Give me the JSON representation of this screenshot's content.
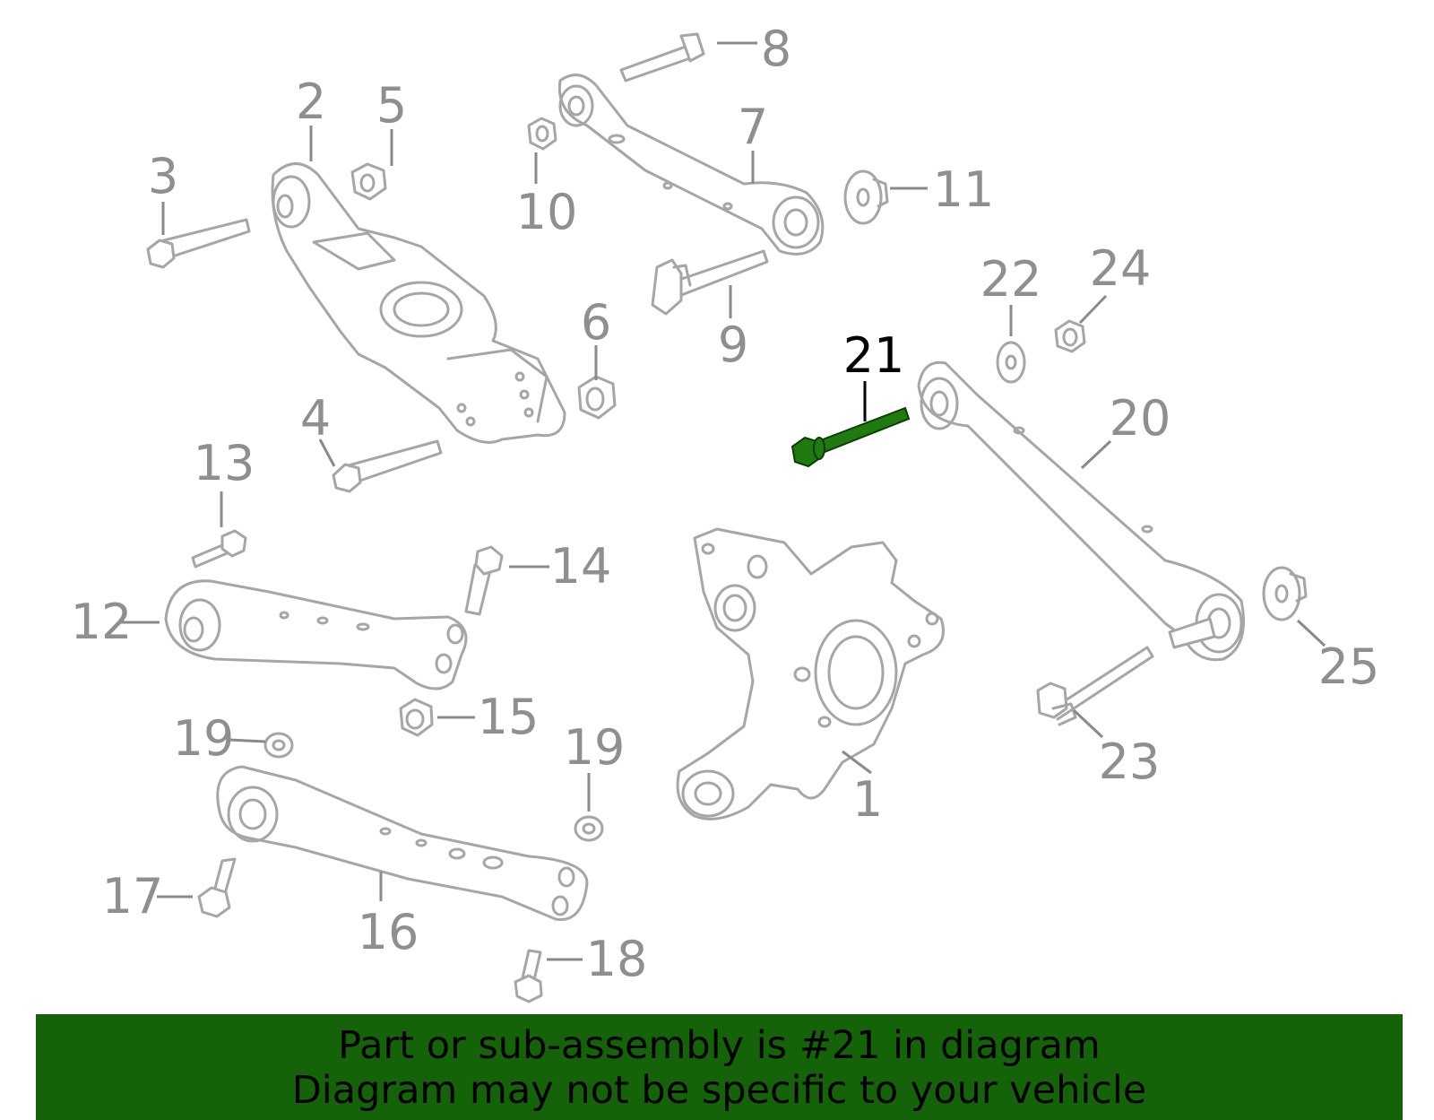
{
  "colors": {
    "part_stroke": "#a6a6a6",
    "callout_text": "#8f8f8f",
    "highlight_part": "#1f7a0f",
    "banner_bg": "#156308",
    "banner_text": "#000000"
  },
  "highlighted_callout": "21",
  "callouts": {
    "c1": "1",
    "c2": "2",
    "c3": "3",
    "c4": "4",
    "c5": "5",
    "c6": "6",
    "c7": "7",
    "c8": "8",
    "c9": "9",
    "c10": "10",
    "c11": "11",
    "c12": "12",
    "c13": "13",
    "c14": "14",
    "c15": "15",
    "c16": "16",
    "c17": "17",
    "c18": "18",
    "c19a": "19",
    "c19b": "19",
    "c20": "20",
    "c21": "21",
    "c22": "22",
    "c23": "23",
    "c24": "24",
    "c25": "25"
  },
  "banner": {
    "line1": "Part or sub-assembly is #21 in diagram",
    "line2": "Diagram may not be specific to your vehicle"
  }
}
